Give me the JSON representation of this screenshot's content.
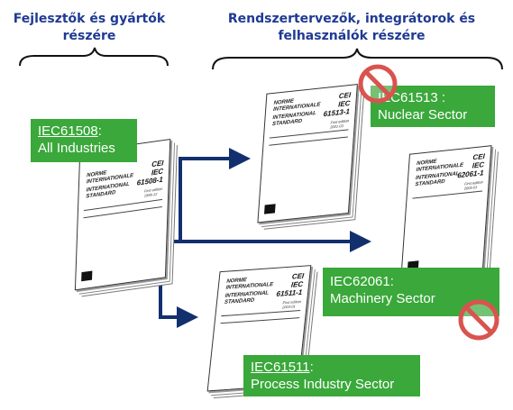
{
  "headers": {
    "left_line1": "Fejlesztők és gyártók",
    "left_line2": "részére",
    "right_line1": "Rendszertervezők, integrátorok és",
    "right_line2": "felhasználók részére"
  },
  "boxes": {
    "iec61508": {
      "code": "IEC61508",
      "suffix": ":",
      "sector": "All Industries"
    },
    "iec61513": {
      "code": "IEC61513",
      "suffix": " :",
      "sector": "Nuclear Sector"
    },
    "iec62061": {
      "code": "IEC62061",
      "suffix": ":",
      "sector": "Machinery Sector"
    },
    "iec61511": {
      "code": "IEC61511",
      "suffix": ":",
      "sector": "Process Industry Sector"
    }
  },
  "docs": {
    "d61508": {
      "norme": "NORME\nINTERNATIONALE",
      "intl": "INTERNATIONAL\nSTANDARD",
      "cei": "CEI\nIEC\n61508-1",
      "ed": "First edition\n1998-12"
    },
    "d61513": {
      "norme": "NORME\nINTERNATIONALE",
      "intl": "INTERNATIONAL\nSTANDARD",
      "cei": "CEI\nIEC\n61513-1",
      "ed": "First edition\n2001-03"
    },
    "d62061": {
      "norme": "NORME\nINTERNATIONALE",
      "intl": "INTERNATIONAL\nSTANDARD",
      "cei": "CEI\nIEC\n62061-1",
      "ed": "First edition\n2005-01"
    },
    "d61511": {
      "norme": "NORME\nINTERNATIONALE",
      "intl": "INTERNATIONAL\nSTANDARD",
      "cei": "CEI\nIEC\n61511-1",
      "ed": "First edition\n2003-01"
    }
  },
  "colors": {
    "box_green": "#3aa83a",
    "arrow": "#13306e",
    "header": "#1f3a93",
    "no_sign": "#d9534f"
  }
}
